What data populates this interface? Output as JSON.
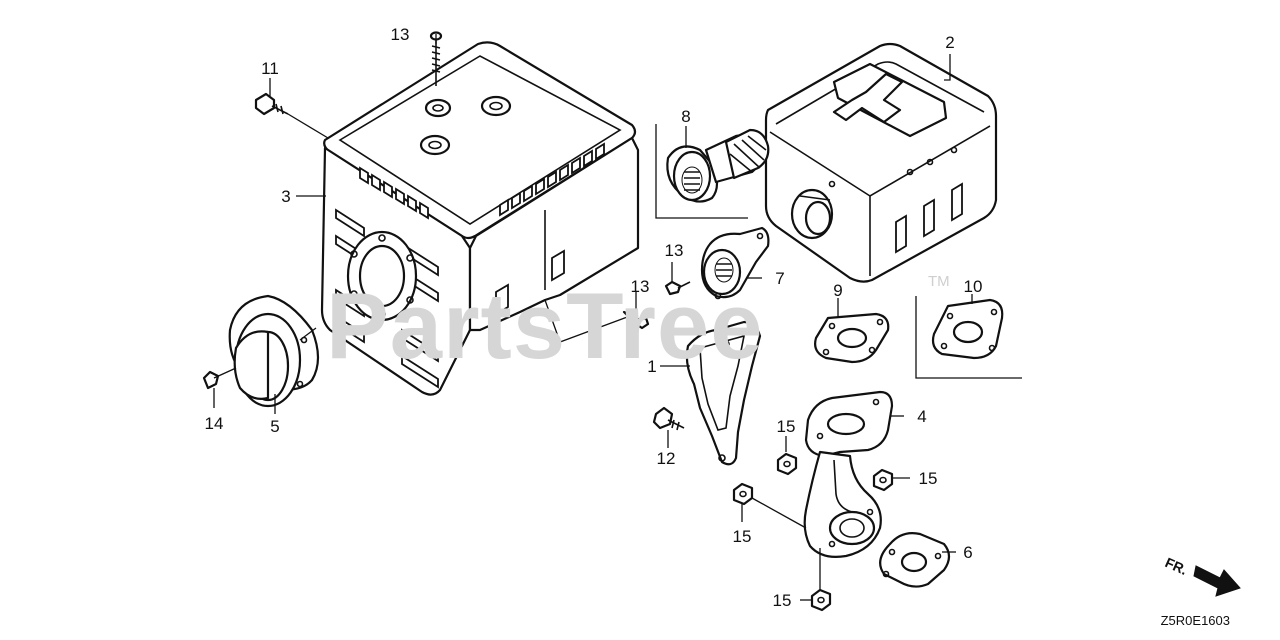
{
  "diagram": {
    "watermark": "PartsTree",
    "trademark": "TM",
    "drawing_code": "Z5R0E1603",
    "direction_label": "FR.",
    "callouts": [
      "13",
      "11",
      "3",
      "14",
      "5",
      "8",
      "13",
      "7",
      "13",
      "2",
      "9",
      "10",
      "1",
      "4",
      "15",
      "12",
      "15",
      "15",
      "6",
      "15"
    ]
  }
}
